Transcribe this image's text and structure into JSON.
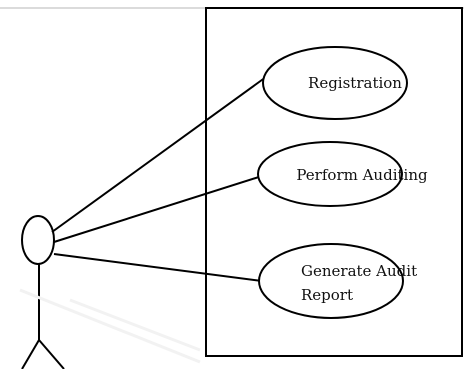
{
  "use_cases": [
    {
      "lines": [
        "Registration"
      ]
    },
    {
      "lines": [
        "Perform Auditing"
      ]
    },
    {
      "lines": [
        "Generate Audit",
        "Report"
      ]
    }
  ]
}
